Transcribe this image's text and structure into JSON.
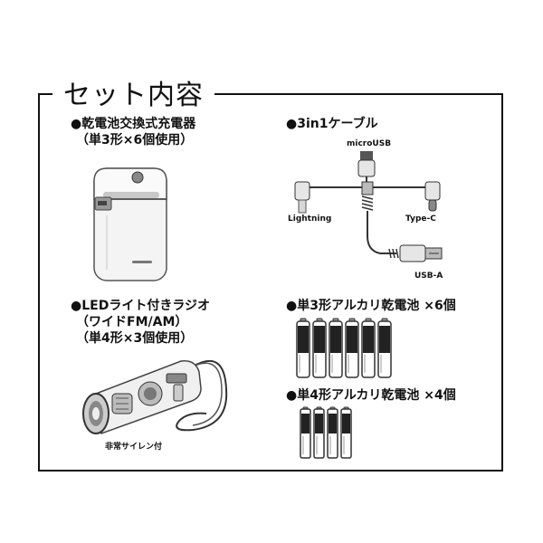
{
  "title": "セット内容",
  "items": {
    "charger": {
      "line1": "●乾電池交換式充電器",
      "line2": "（単3形×6個使用）"
    },
    "cable": {
      "label": "●3in1ケーブル",
      "micro": "microUSB",
      "lightning": "Lightning",
      "typec": "Type-C",
      "usba": "USB-A"
    },
    "radio": {
      "line1": "●LEDライト付きラジオ",
      "line2": "（ワイドFM/AM）",
      "line3": "（単4形×3個使用）",
      "siren": "非常サイレン付"
    },
    "aa": {
      "label": "●単3形アルカリ乾電池 ×6個"
    },
    "aaa": {
      "label": "●単4形アルカリ乾電池 ×4個"
    }
  }
}
